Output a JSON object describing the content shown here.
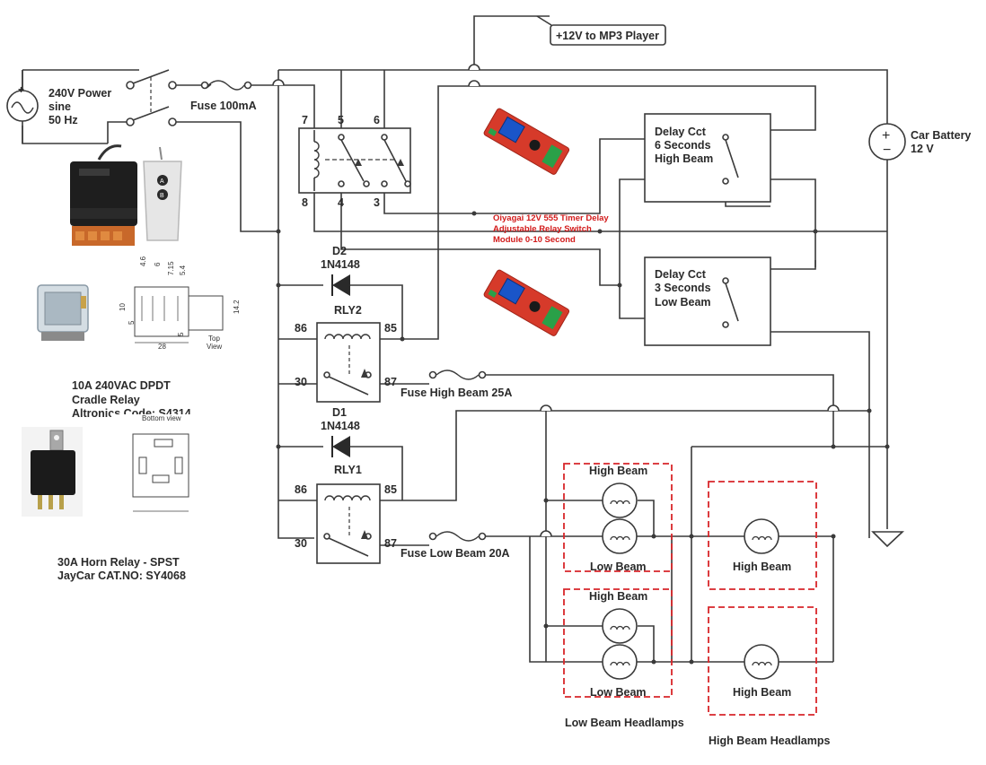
{
  "mp3_label": "+12V to MP3 Player",
  "power": {
    "l1": "240V Power",
    "l2": "sine",
    "l3": "50 Hz"
  },
  "fuse_100": "Fuse 100mA",
  "battery": {
    "l1": "Car Battery",
    "l2": "12 V"
  },
  "dpdt_pins": {
    "p7": "7",
    "p5": "5",
    "p6": "6",
    "p8": "8",
    "p4": "4",
    "p3": "3"
  },
  "module_red": {
    "l1": "Oiyagai 12V 555 Timer Delay",
    "l2": "Adjustable Relay Switch",
    "l3": "Module 0-10 Second"
  },
  "delay_high": {
    "l1": "Delay Cct",
    "l2": "6 Seconds",
    "l3": "High Beam"
  },
  "delay_low": {
    "l1": "Delay Cct",
    "l2": "3 Seconds",
    "l3": "Low Beam"
  },
  "d2": {
    "name": "D2",
    "part": "1N4148"
  },
  "d1": {
    "name": "D1",
    "part": "1N4148"
  },
  "rly2": {
    "name": "RLY2",
    "p86": "86",
    "p85": "85",
    "p30": "30",
    "p87": "87"
  },
  "rly1": {
    "name": "RLY1",
    "p86": "86",
    "p85": "85",
    "p30": "30",
    "p87": "87"
  },
  "fuse_high": "Fuse High Beam 25A",
  "fuse_low": "Fuse Low Beam 20A",
  "dim_labels": {
    "d46": "4.6",
    "d6": "6",
    "d715": "7.15",
    "d54": "5.4",
    "d10": "10",
    "d5a": "5",
    "d5b": "5",
    "d142": "14.2",
    "d28": "28",
    "top_view1": "Top",
    "top_view2": "View"
  },
  "bottom_view": "Bottom view",
  "cradle": {
    "l1": "10A 240VAC DPDT",
    "l2": "Cradle Relay",
    "l3": "Altronics Code: S4314"
  },
  "horn": {
    "l1": "30A Horn Relay - SPST",
    "l2": "JayCar CAT.NO: SY4068"
  },
  "lamp_groups": {
    "g1_top": "High Beam",
    "g1_bot": "Low Beam",
    "g2_top": "High Beam",
    "g2_bot": "Low Beam",
    "g3": "High Beam",
    "g4": "High Beam"
  },
  "low_headlamps": "Low Beam Headlamps",
  "high_headlamps": "High Beam Headlamps",
  "colors": {
    "wire": "#3a3a3a",
    "dashed": "#d8262a",
    "module": "#d63a2a",
    "relay_blue": "#1a55c8"
  }
}
